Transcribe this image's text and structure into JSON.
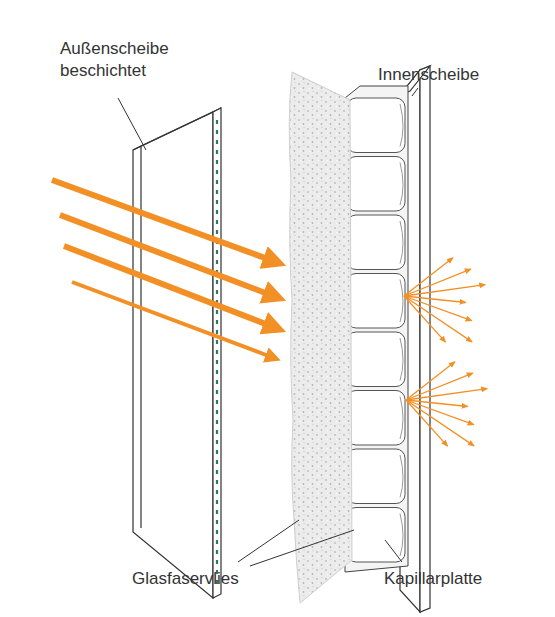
{
  "diagram": {
    "labels": [
      "Außenscheibe beschichtet",
      "Innenscheibe",
      "Glasfaservlies",
      "Kapillarplatte"
    ]
  }
}
